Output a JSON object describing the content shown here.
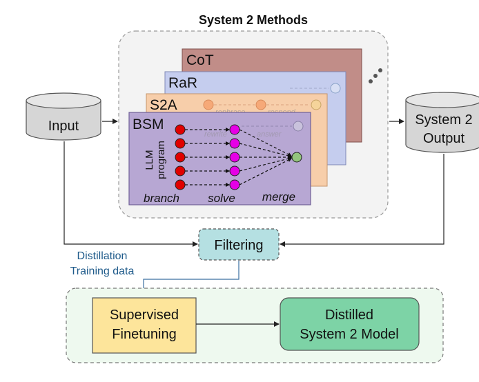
{
  "title": "System 2 Methods",
  "input_label": "Input",
  "output_label_line1": "System 2",
  "output_label_line2": "Output",
  "methods": [
    "CoT",
    "RaR",
    "S2A",
    "BSM"
  ],
  "bsm": {
    "program_label_line1": "LLM",
    "program_label_line2": "program",
    "branch_label": "branch",
    "solve_label": "solve",
    "merge_label": "merge"
  },
  "s2a_faint_text": [
    "rephrase",
    "respond"
  ],
  "rar_faint_text": [
    "rewrite",
    "answer"
  ],
  "filtering_label": "Filtering",
  "distillation_line1": "Distillation",
  "distillation_line2": "Training data",
  "sft_line1": "Supervised",
  "sft_line2": "Finetuning",
  "distilled_line1": "Distilled",
  "distilled_line2": "System 2 Model",
  "colors": {
    "cot": "#c18d88",
    "rar": "#c5cdee",
    "s2a": "#f7ceaa",
    "bsm": "#b7a7d3",
    "red_node": "#e00000",
    "magenta_node": "#e600e6",
    "green_node": "#93c47d",
    "filtering": "#b5e0e2",
    "sft": "#fde59b",
    "distilled": "#7dd3a6",
    "distill_text": "#1e5a8a"
  }
}
